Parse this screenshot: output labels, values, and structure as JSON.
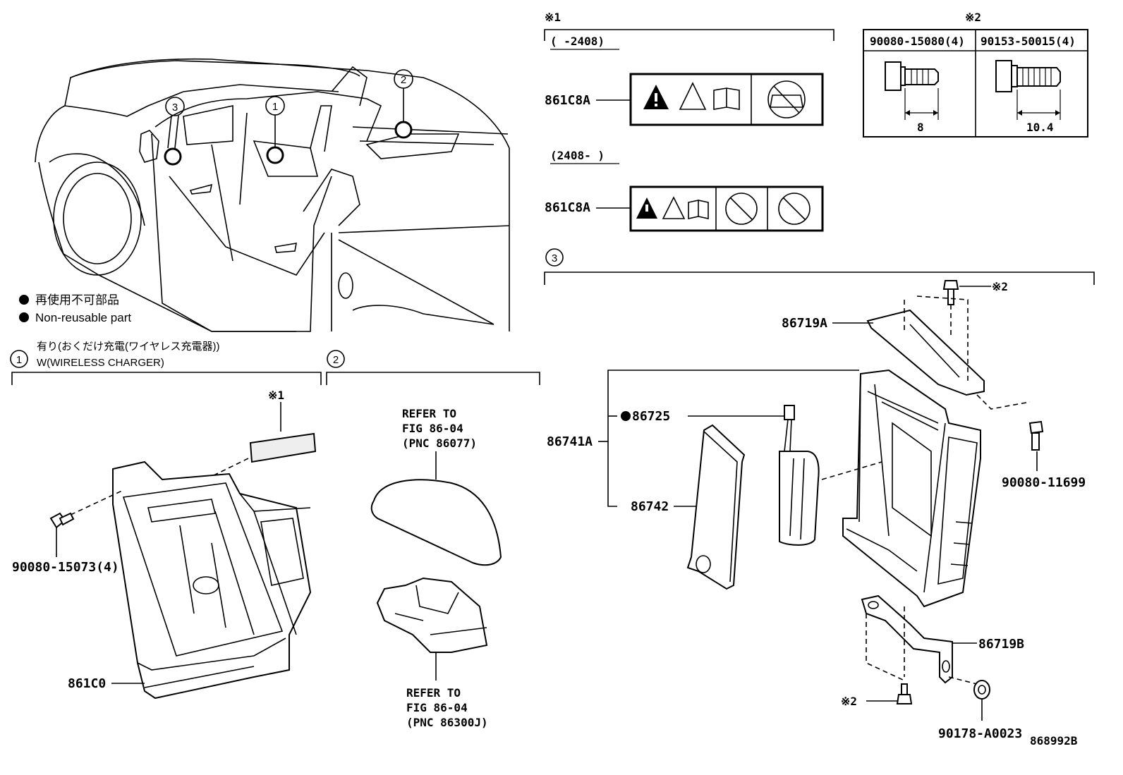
{
  "legend": {
    "item1": "再使用不可部品",
    "item2": "Non-reusable part"
  },
  "markers": {
    "m1": "1",
    "m2": "2",
    "m3": "3"
  },
  "section1": {
    "header_line1": "有り(おくだけ充電(ワイヤレス充電器))",
    "header_line2": "W(WIRELESS CHARGER)",
    "note_ref": "※1",
    "parts": {
      "bolt": "90080-15073(4)",
      "module": "861C0"
    }
  },
  "section2": {
    "refer1": [
      "REFER TO",
      "FIG 86-04",
      "(PNC 86077)"
    ],
    "refer2": [
      "REFER TO",
      "FIG 86-04",
      "(PNC 86300J)"
    ]
  },
  "note1": {
    "mark": "※1",
    "range_a": "(    -2408)",
    "range_b": "(2408-    )",
    "label_a": "861C8A",
    "label_b": "861C8A"
  },
  "note2": {
    "mark": "※2",
    "cols": [
      {
        "part": "90080-15080(4)",
        "dim": "8"
      },
      {
        "part": "90153-50015(4)",
        "dim": "10.4"
      }
    ]
  },
  "section3": {
    "parts": {
      "bracket_upper": "86719A",
      "unit": "86741A",
      "battery": "86725",
      "cover": "86742",
      "bracket_lower": "86719B",
      "bolt_right": "90080-11699",
      "nut": "90178-A0023",
      "bolt_ref_top": "※2",
      "bolt_ref_bottom": "※2"
    }
  },
  "diagram_id": "868992B"
}
